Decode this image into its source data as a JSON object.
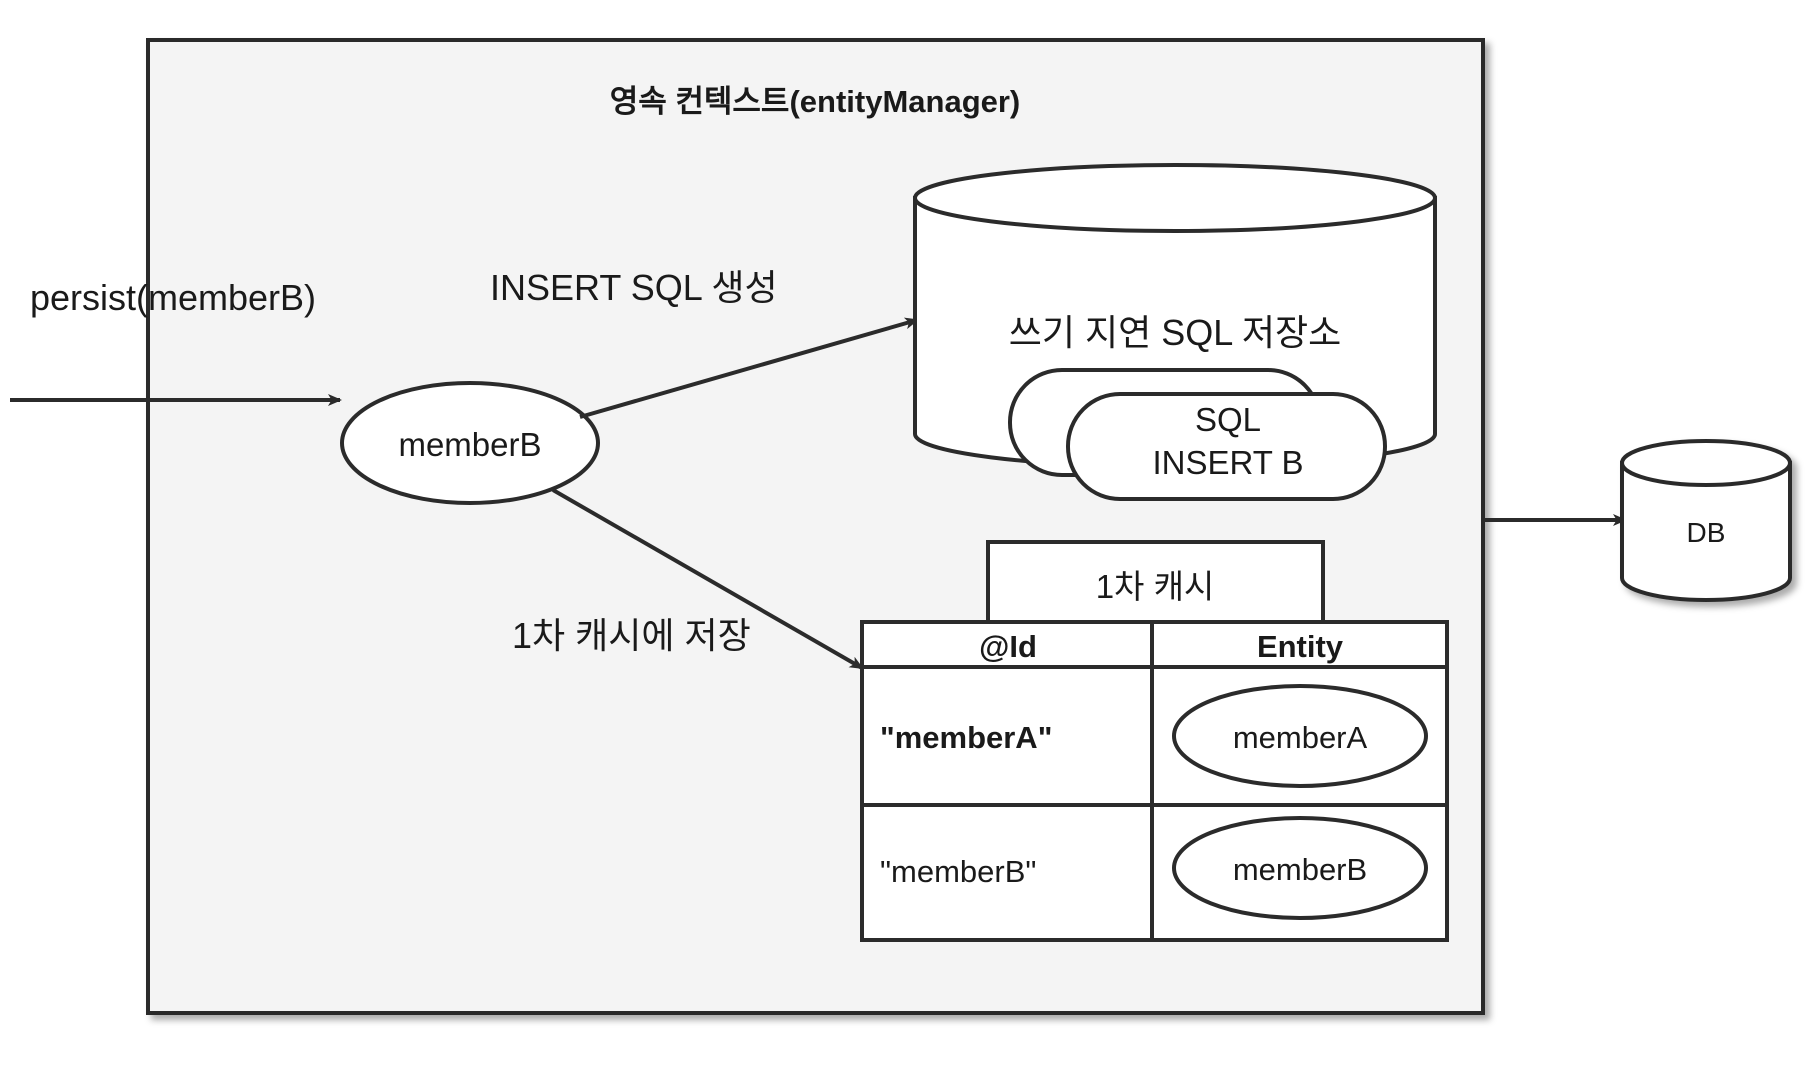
{
  "diagram": {
    "title": "영속 컨텍스트(entityManager)",
    "container": {
      "name": "persistence-context",
      "fill": "#f4f4f4",
      "stroke": "#2b2b2b"
    },
    "entry": {
      "label": "persist(memberB)",
      "arrow_name": "persist-arrow"
    },
    "entity": {
      "label": "memberB"
    },
    "arrows": [
      {
        "name": "insert-sql-arrow",
        "label": "INSERT SQL 생성"
      },
      {
        "name": "first-level-cache-arrow",
        "label": "1차 캐시에 저장"
      },
      {
        "name": "flush-to-db-arrow",
        "label": ""
      }
    ],
    "write_behind_store": {
      "title": "쓰기 지연 SQL 저장소",
      "queue": [
        {
          "label_line1": "",
          "label_line2": ""
        },
        {
          "label_line1": "SQL",
          "label_line2": "INSERT B"
        }
      ]
    },
    "first_level_cache": {
      "caption": "1차 캐시",
      "columns": [
        "@Id",
        "Entity"
      ],
      "rows": [
        {
          "id": "\"memberA\"",
          "entity": "memberA",
          "id_bold": true
        },
        {
          "id": "\"memberB\"",
          "entity": "memberB",
          "id_bold": false
        }
      ]
    },
    "database": {
      "label": "DB"
    },
    "colors": {
      "stroke": "#2b2b2b",
      "text": "#1a1a1a",
      "panel_fill": "#f4f4f4",
      "shape_fill": "#ffffff",
      "page_bg": "#ffffff"
    }
  }
}
